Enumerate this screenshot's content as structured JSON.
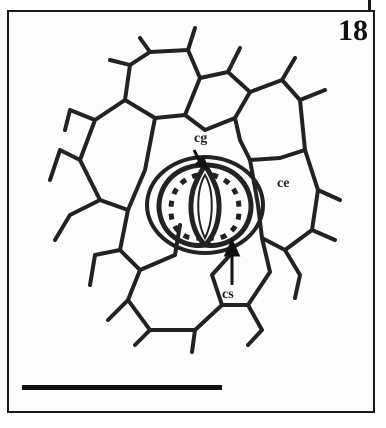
{
  "figure": {
    "number": "18",
    "labels": {
      "guard_cell": "cg",
      "epidermal_cell": "ce",
      "subsidiary_cell": "cs"
    }
  },
  "colors": {
    "ink": "#1a1a1a",
    "background": "#ffffff"
  }
}
